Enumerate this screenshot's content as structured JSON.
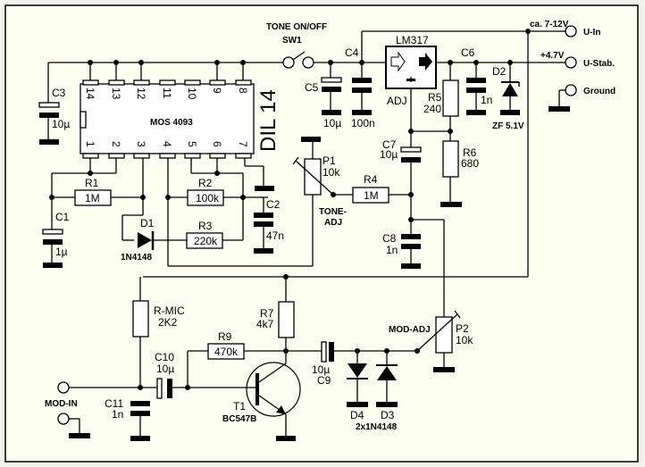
{
  "diagram": {
    "title": "Tone / modulation generator schematic",
    "background": "#fdfff0",
    "frame_color": "#000000",
    "ic": {
      "name": "MOS 4093",
      "package": "DIL 14",
      "pins_top": [
        "14",
        "13",
        "12",
        "11",
        "10",
        "9",
        "8"
      ],
      "pins_bottom": [
        "1",
        "2",
        "3",
        "4",
        "5",
        "6",
        "7"
      ]
    },
    "power": {
      "switch_label": "TONE ON/OFF",
      "switch_ref": "SW1",
      "regulator": "LM317",
      "regulator_adj": "ADJ",
      "u_in_note": "ca. 7-12V",
      "u_in_label": "U-In",
      "u_stab_note": "+4.7V",
      "u_stab_label": "U-Stab.",
      "ground_label": "Ground"
    },
    "components": {
      "C1": {
        "ref": "C1",
        "value": "1µ"
      },
      "C2": {
        "ref": "C2",
        "value": "47n"
      },
      "C3": {
        "ref": "C3",
        "value": "10µ"
      },
      "C4": {
        "ref": "C4",
        "value": "100n"
      },
      "C5": {
        "ref": "C5",
        "value": "10µ"
      },
      "C6": {
        "ref": "C6",
        "value": "1n"
      },
      "C7": {
        "ref": "C7",
        "value": "10µ"
      },
      "C8": {
        "ref": "C8",
        "value": "1n"
      },
      "C9": {
        "ref": "C9",
        "value": "10µ"
      },
      "C10": {
        "ref": "C10",
        "value": "10µ"
      },
      "C11": {
        "ref": "C11",
        "value": "1n"
      },
      "R1": {
        "ref": "R1",
        "value": "1M"
      },
      "R2": {
        "ref": "R2",
        "value": "100k"
      },
      "R3": {
        "ref": "R3",
        "value": "220k"
      },
      "R4": {
        "ref": "R4",
        "value": "1M"
      },
      "R5": {
        "ref": "R5",
        "value": "240"
      },
      "R6": {
        "ref": "R6",
        "value": "680"
      },
      "R7": {
        "ref": "R7",
        "value": "4k7"
      },
      "R9": {
        "ref": "R9",
        "value": "470k"
      },
      "RMIC": {
        "ref": "R-MIC",
        "value": "2K2"
      },
      "P1": {
        "ref": "P1",
        "value": "10k",
        "label_line1": "TONE-",
        "label_line2": "ADJ"
      },
      "P2": {
        "ref": "P2",
        "value": "10k",
        "label": "MOD-ADJ"
      },
      "D1": {
        "ref": "D1",
        "value": "1N4148"
      },
      "D2": {
        "ref": "D2",
        "value": "ZF 5.1V"
      },
      "D3": {
        "ref": "D3"
      },
      "D4": {
        "ref": "D4"
      },
      "D34_value": "2x1N4148",
      "T1": {
        "ref": "T1",
        "value": "BC547B"
      }
    },
    "mod_in_label": "MOD-IN"
  }
}
